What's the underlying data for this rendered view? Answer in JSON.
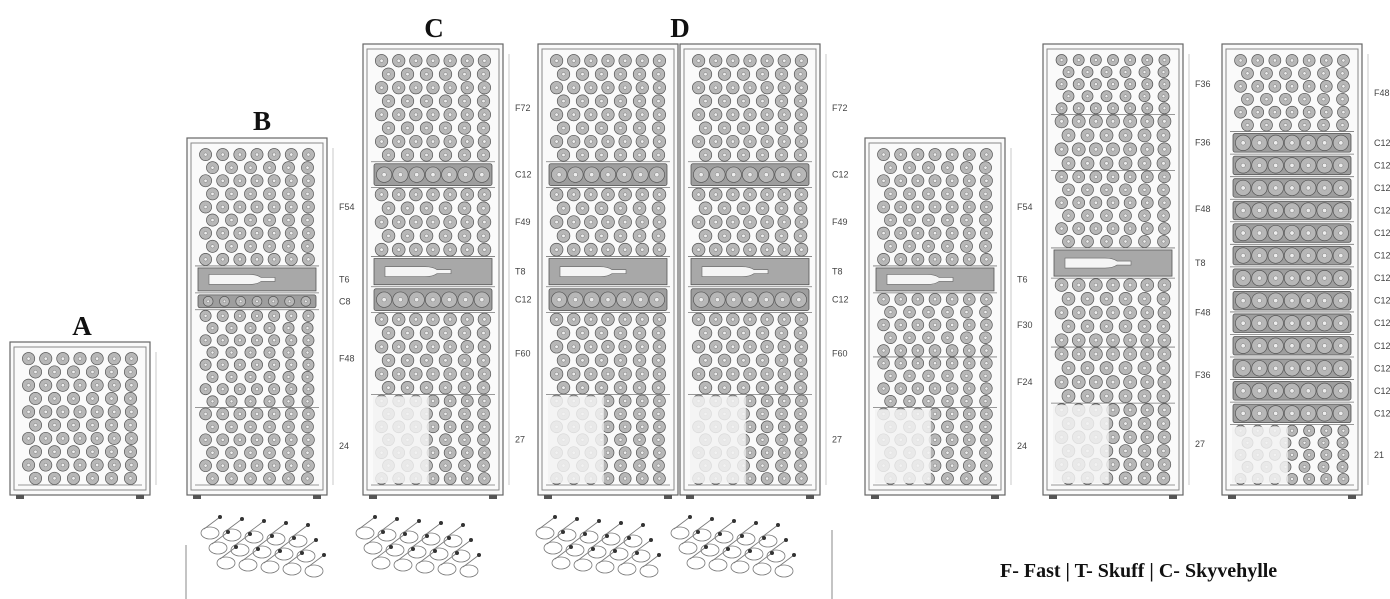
{
  "legend": "F- Fast | T- Skuff | C- Skyvehylle",
  "cabinets": [
    {
      "letter": "A",
      "zones": []
    },
    {
      "letter": "B",
      "zones": [
        {
          "label": "F54"
        },
        {
          "label": "T6"
        },
        {
          "label": "C8"
        },
        {
          "label": "F48"
        },
        {
          "label": "24"
        }
      ]
    },
    {
      "letter": "C",
      "zones": [
        {
          "label": "F72"
        },
        {
          "label": "C12"
        },
        {
          "label": "F49"
        },
        {
          "label": "T8"
        },
        {
          "label": "C12"
        },
        {
          "label": "F60"
        },
        {
          "label": "27"
        }
      ]
    },
    {
      "letter": "D",
      "zones": []
    },
    {
      "letter": "",
      "zones": [
        {
          "label": "F72"
        },
        {
          "label": "C12"
        },
        {
          "label": "F49"
        },
        {
          "label": "T8"
        },
        {
          "label": "C12"
        },
        {
          "label": "F60"
        },
        {
          "label": "27"
        }
      ]
    },
    {
      "letter": "",
      "zones": [
        {
          "label": "F54"
        },
        {
          "label": "T6"
        },
        {
          "label": "F30"
        },
        {
          "label": "F24"
        },
        {
          "label": "24"
        }
      ]
    },
    {
      "letter": "",
      "zones": [
        {
          "label": "F36"
        },
        {
          "label": "F36"
        },
        {
          "label": "F48"
        },
        {
          "label": "T8"
        },
        {
          "label": "F48"
        },
        {
          "label": "F36"
        },
        {
          "label": "27"
        }
      ]
    },
    {
      "letter": "",
      "zones": [
        {
          "label": "F48"
        },
        {
          "label": "C12"
        },
        {
          "label": "C12"
        },
        {
          "label": "C12"
        },
        {
          "label": "C12"
        },
        {
          "label": "C12"
        },
        {
          "label": "C12"
        },
        {
          "label": "C12"
        },
        {
          "label": "C12"
        },
        {
          "label": "C12"
        },
        {
          "label": "C12"
        },
        {
          "label": "C12"
        },
        {
          "label": "C12"
        },
        {
          "label": "C12"
        },
        {
          "label": "21"
        }
      ]
    }
  ]
}
